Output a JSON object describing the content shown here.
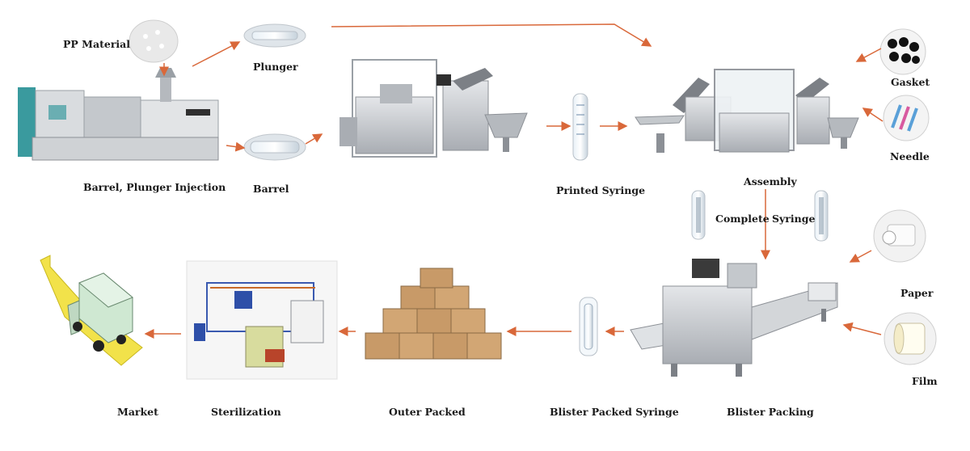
{
  "labels": {
    "pp_material": "PP Material",
    "plunger": "Plunger",
    "barrel": "Barrel",
    "injection": "Barrel, Plunger Injection",
    "printed_syringe": "Printed Syringe",
    "assembly": "Assembly",
    "gasket": "Gasket",
    "needle": "Needle",
    "complete": "Complete",
    "syringe": "Syringe",
    "paper": "Paper",
    "film": "Film",
    "blister_packing": "Blister Packing",
    "blister_packed_syringe": "Blister Packed Syringe",
    "outer_packed": "Outer Packed",
    "sterilization": "Sterilization",
    "market": "Market"
  },
  "colors": {
    "arrow": "#d9683a",
    "steel": "#c9ccd0",
    "steel_dark": "#8c9096",
    "cardboard": "#c89a68",
    "machine_teal": "#3a9a9e",
    "truck_yellow": "#f2e24a",
    "truck_box": "#cfe8d2"
  },
  "icons": {
    "machine": "industrial-machine-icon",
    "box": "cardboard-box-icon",
    "truck": "delivery-truck-icon"
  }
}
